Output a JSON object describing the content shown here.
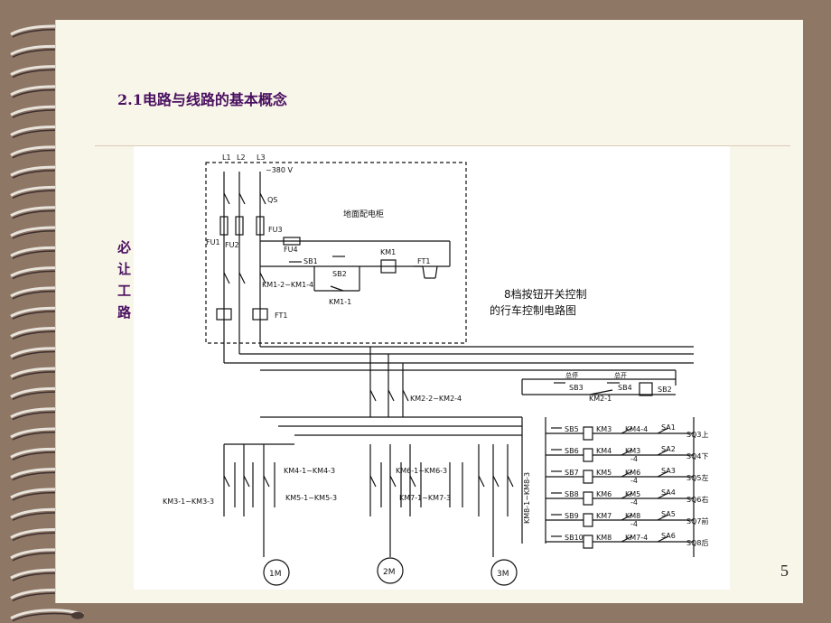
{
  "slide": {
    "title": "2.1电路与线路的基本概念",
    "partial_text": [
      "必",
      "让",
      "工",
      "路"
    ],
    "page_number": "5"
  },
  "diagram": {
    "caption_line1": "8档按钮开关控制",
    "caption_line2": "的行车控制电路图",
    "cabinet_label": "地面配电柜",
    "phases": [
      "L1",
      "L2",
      "L3"
    ],
    "voltage": "~380 V",
    "qs": "QS",
    "fuses": [
      "FU1",
      "FU2",
      "FU3",
      "FU4"
    ],
    "ft1": "FT1",
    "sb1": "SB1",
    "sb2": "SB2",
    "km1": "KM1",
    "km1_1": "KM1-1",
    "km1_contacts": "KM1-2~KM1-4",
    "km2_contacts": "KM2-2~KM2-4",
    "sb3": "SB3",
    "sb4": "SB4",
    "sb2b": "SB2",
    "km2_1": "KM2-1",
    "zongting": "总停",
    "zongkai": "总开",
    "km3_contacts": "KM3-1~KM3-3",
    "km4_contacts": "KM4-1~KM4-3",
    "km5_contacts": "KM5-1~KM5-3",
    "km6_contacts": "KM6-1~KM6-3",
    "km7_contacts": "KM7-1~KM7-3",
    "km8_contacts": "KM8-1~KM8-3",
    "motors": [
      "1M",
      "2M",
      "3M"
    ],
    "control_rows": [
      {
        "sb": "SB5",
        "coil": "KM3",
        "inter": "KM4-4",
        "sa": "SA1",
        "sq": "SQ3上"
      },
      {
        "sb": "SB6",
        "coil": "KM4",
        "inter": "KM3",
        "inter2": "-4",
        "sa": "SA2",
        "sq": "SQ4下"
      },
      {
        "sb": "SB7",
        "coil": "KM5",
        "inter": "KM6",
        "inter2": "-4",
        "sa": "SA3",
        "sq": "SQ5左"
      },
      {
        "sb": "SB8",
        "coil": "KM6",
        "inter": "KM5",
        "inter2": "-4",
        "sa": "SA4",
        "sq": "SQ6右"
      },
      {
        "sb": "SB9",
        "coil": "KM7",
        "inter": "KM8",
        "inter2": "-4",
        "sa": "SA5",
        "sq": "SQ7前"
      },
      {
        "sb": "SB10",
        "coil": "KM8",
        "inter": "KM7-4",
        "sa": "SA6",
        "sq": "SQ8后"
      }
    ]
  }
}
